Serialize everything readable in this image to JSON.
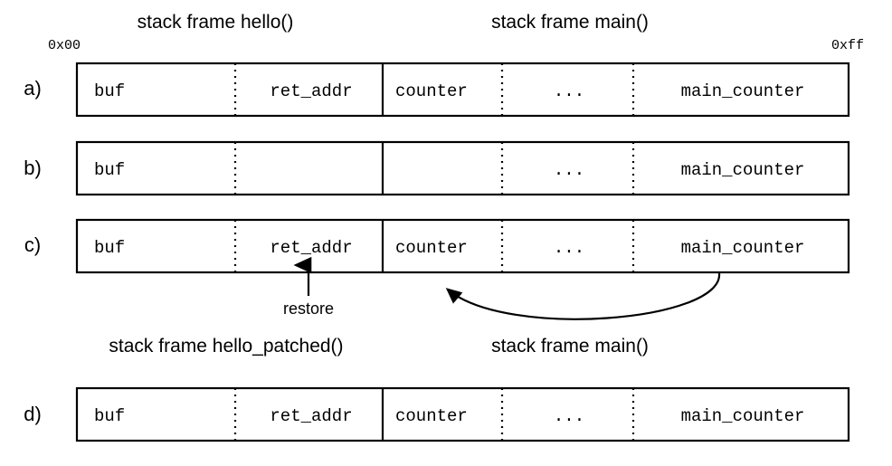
{
  "figure": {
    "title_a": "stack frame hello()",
    "title_b": "stack frame main()",
    "title_c": "stack frame hello_patched()",
    "title_d": "stack frame main()",
    "addr_low": "0x00",
    "addr_high": "0xff"
  },
  "rows": [
    {
      "letter": "a)",
      "hatched": false,
      "cells": [
        {
          "label": "buf"
        },
        {
          "label": "ret_addr"
        },
        {
          "label": "counter"
        },
        {
          "label": "..."
        },
        {
          "label": "main_counter"
        }
      ]
    },
    {
      "letter": "b)",
      "hatched": true,
      "cells": [
        {
          "label": "buf"
        },
        {
          "label": ""
        },
        {
          "label": ""
        },
        {
          "label": "..."
        },
        {
          "label": "main_counter"
        }
      ]
    },
    {
      "letter": "c)",
      "hatched": false,
      "cells": [
        {
          "label": "buf"
        },
        {
          "label": "ret_addr"
        },
        {
          "label": "counter"
        },
        {
          "label": "..."
        },
        {
          "label": "main_counter"
        }
      ]
    },
    {
      "letter": "d)",
      "hatched": false,
      "cells": [
        {
          "label": "buf"
        },
        {
          "label": "ret_addr"
        },
        {
          "label": "counter"
        },
        {
          "label": "..."
        },
        {
          "label": "main_counter"
        }
      ]
    }
  ],
  "annotations": {
    "restore": "restore"
  },
  "colors": {
    "stroke": "#000000",
    "hatch": "#c9c9c9",
    "background": "#ffffff"
  }
}
